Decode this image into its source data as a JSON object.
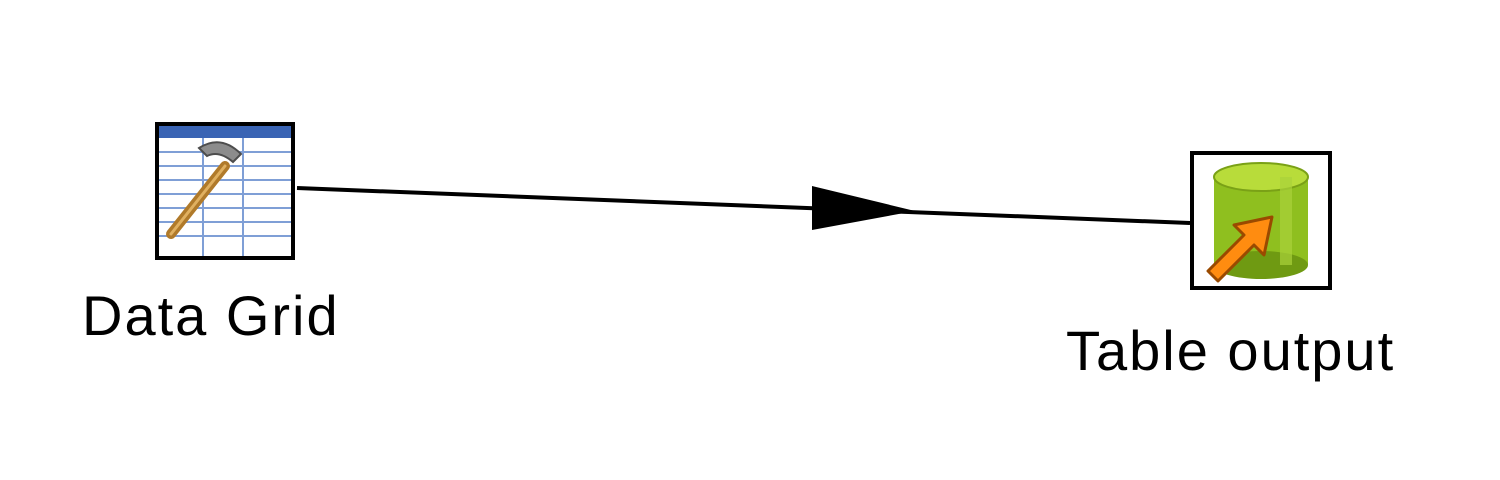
{
  "diagram": {
    "steps": [
      {
        "id": "data-grid",
        "label": "Data Grid",
        "icon": "data-grid-icon"
      },
      {
        "id": "table-output",
        "label": "Table output",
        "icon": "table-output-icon"
      }
    ],
    "hops": [
      {
        "from": "data-grid",
        "to": "table-output",
        "color": "#000000"
      }
    ],
    "colors": {
      "grid_header": "#3a64b4",
      "grid_lines": "#7f9fd6",
      "hammer_handle": "#b07a2a",
      "hammer_head": "#8c8c8c",
      "cylinder_green": "#8fbf1f",
      "cylinder_top": "#b8dc3a",
      "arrow_orange": "#ff8c10"
    }
  }
}
